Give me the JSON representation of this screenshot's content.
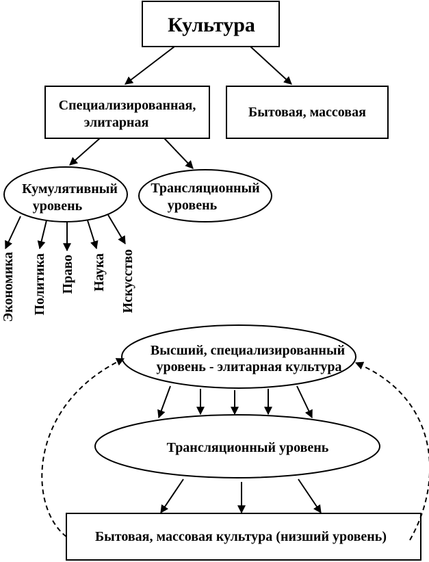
{
  "top": {
    "root": "Культура",
    "specialized_line1": "Специализированная,",
    "specialized_line2": "элитарная",
    "mass": "Бытовая, массовая",
    "cumulative_line1": "Кумулятивный",
    "cumulative_line2": "уровень",
    "translational_line1": "Трансляционный",
    "translational_line2": "уровень",
    "spheres": [
      "Экономика",
      "Политика",
      "Право",
      "Наука",
      "Искусство"
    ]
  },
  "bottom": {
    "elite_line1": "Высший, специализированный",
    "elite_line2": "уровень - элитарная культура",
    "translational": "Трансляционный уровень",
    "mass": "Бытовая, массовая культура (низший уровень)"
  }
}
